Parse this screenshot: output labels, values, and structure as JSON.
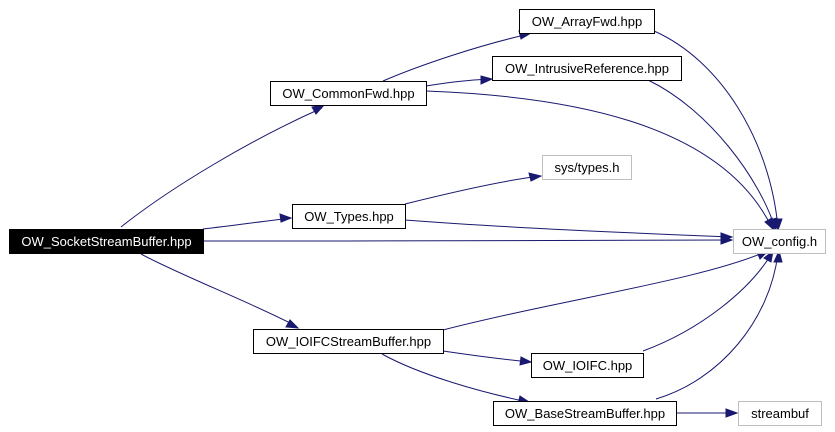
{
  "nodes": {
    "socketstreambuffer": {
      "label": "OW_SocketStreamBuffer.hpp",
      "kind": "root"
    },
    "commonfwd": {
      "label": "OW_CommonFwd.hpp",
      "kind": "file"
    },
    "arrayfwd": {
      "label": "OW_ArrayFwd.hpp",
      "kind": "file"
    },
    "intrusivereference": {
      "label": "OW_IntrusiveReference.hpp",
      "kind": "file"
    },
    "systypes": {
      "label": "sys/types.h",
      "kind": "external"
    },
    "types": {
      "label": "OW_Types.hpp",
      "kind": "file"
    },
    "config": {
      "label": "OW_config.h",
      "kind": "external"
    },
    "ioifcstreambuffer": {
      "label": "OW_IOIFCStreamBuffer.hpp",
      "kind": "file"
    },
    "ioifc": {
      "label": "OW_IOIFC.hpp",
      "kind": "file"
    },
    "basestreambuffer": {
      "label": "OW_BaseStreamBuffer.hpp",
      "kind": "file"
    },
    "streambuf": {
      "label": "streambuf",
      "kind": "external"
    }
  },
  "edges": [
    {
      "from": "socketstreambuffer",
      "to": "commonfwd"
    },
    {
      "from": "socketstreambuffer",
      "to": "types"
    },
    {
      "from": "socketstreambuffer",
      "to": "config"
    },
    {
      "from": "socketstreambuffer",
      "to": "ioifcstreambuffer"
    },
    {
      "from": "commonfwd",
      "to": "arrayfwd"
    },
    {
      "from": "commonfwd",
      "to": "intrusivereference"
    },
    {
      "from": "commonfwd",
      "to": "config"
    },
    {
      "from": "arrayfwd",
      "to": "config"
    },
    {
      "from": "intrusivereference",
      "to": "config"
    },
    {
      "from": "types",
      "to": "systypes"
    },
    {
      "from": "types",
      "to": "config"
    },
    {
      "from": "ioifcstreambuffer",
      "to": "config"
    },
    {
      "from": "ioifcstreambuffer",
      "to": "ioifc"
    },
    {
      "from": "ioifcstreambuffer",
      "to": "basestreambuffer"
    },
    {
      "from": "ioifc",
      "to": "config"
    },
    {
      "from": "basestreambuffer",
      "to": "config"
    },
    {
      "from": "basestreambuffer",
      "to": "streambuf"
    }
  ],
  "colors": {
    "edge": "#191970",
    "root_fill": "#000000",
    "root_text": "#ffffff",
    "file_border": "#000000",
    "external_border": "#bfbfbf"
  }
}
